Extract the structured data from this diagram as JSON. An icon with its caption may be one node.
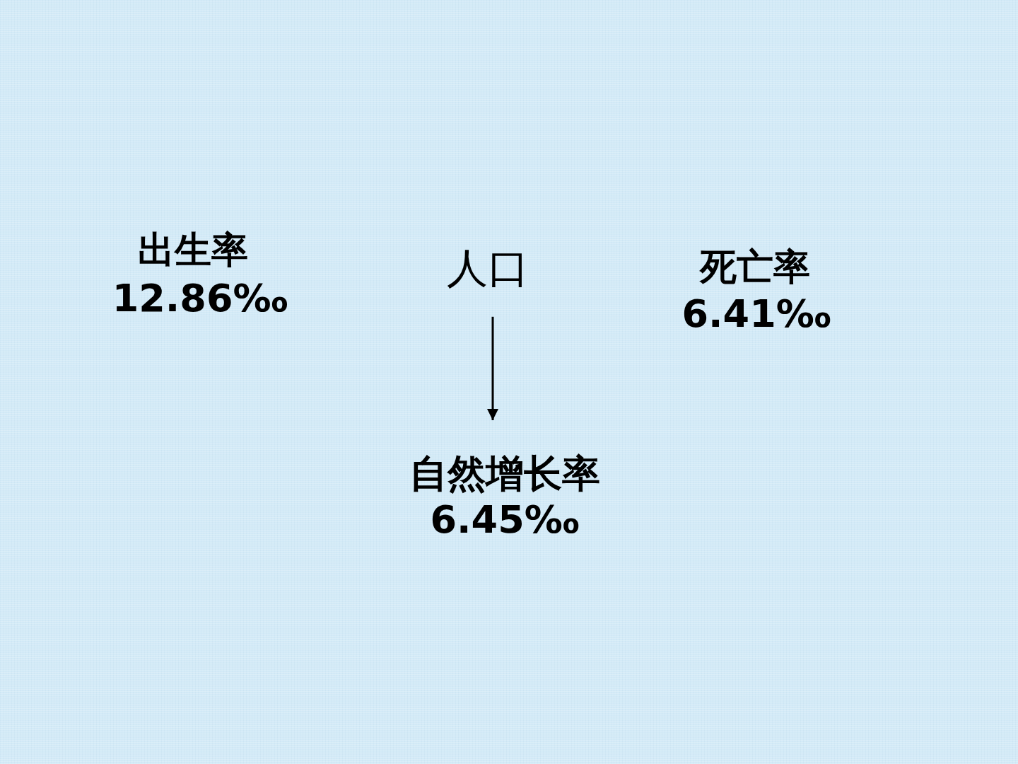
{
  "diagram": {
    "nodes": [
      {
        "text": [
          "人口"
        ]
      },
      {
        "text": [
          "自然增长率",
          "6.45‰"
        ]
      }
    ],
    "edges": [
      {
        "from": 0,
        "to": 1,
        "arrow": "to"
      }
    ],
    "labels": [
      "出生率",
      "12.86‰",
      "死亡率",
      "6.41‰"
    ]
  }
}
